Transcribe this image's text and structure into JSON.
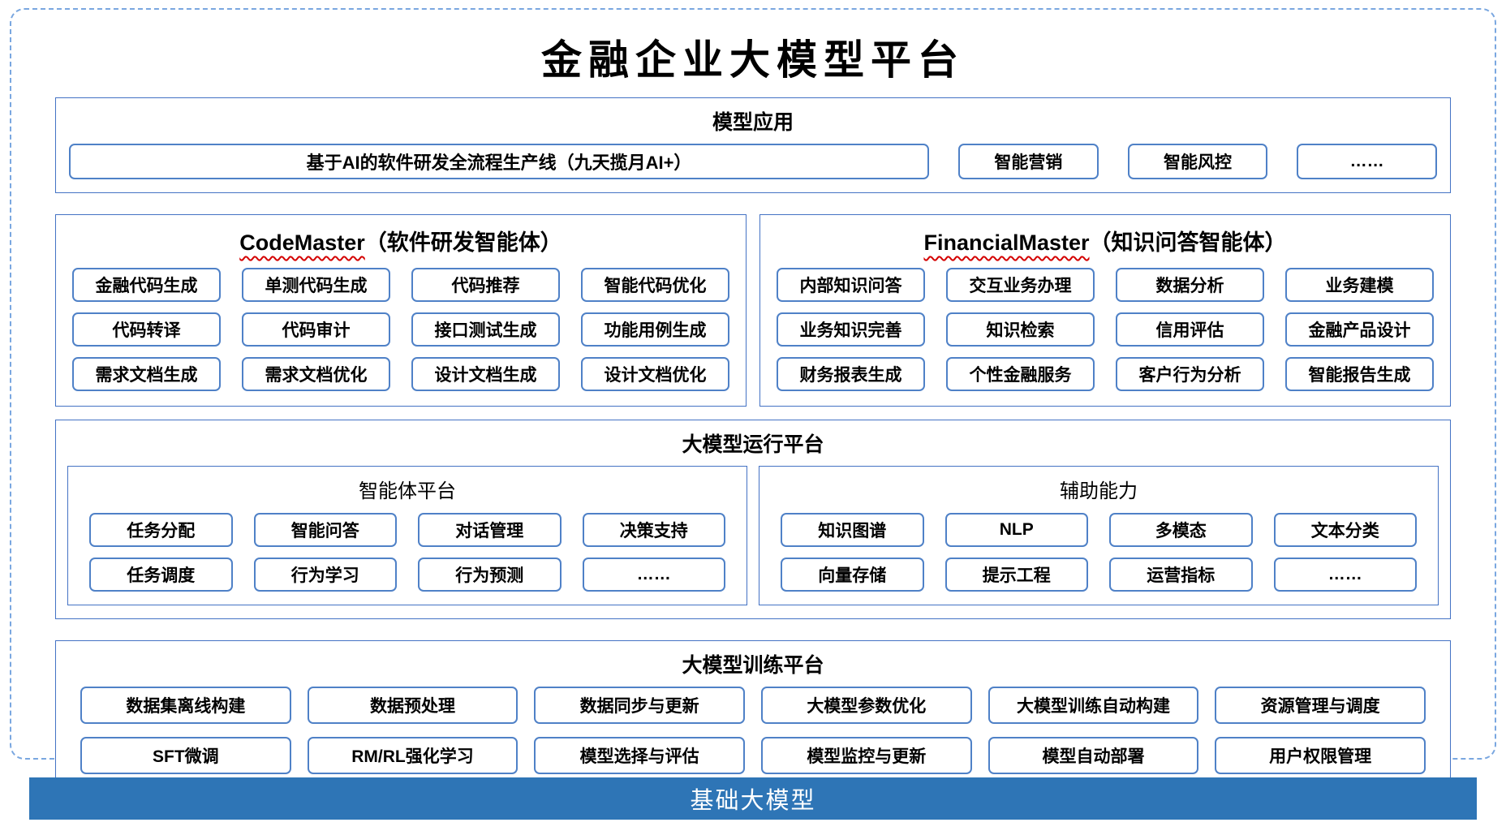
{
  "title": "金融企业大模型平台",
  "colors": {
    "section_border": "#4472C4",
    "box_border": "#4f81c7",
    "outer_dashed": "#7aa7e0",
    "footer_blue": "#2E75B6",
    "squiggle_red": "#d40000"
  },
  "model_app": {
    "title": "模型应用",
    "wide_box": "基于AI的软件研发全流程生产线（九天揽月AI+）",
    "boxes": [
      "智能营销",
      "智能风控",
      "……"
    ]
  },
  "codemaster": {
    "title_en": "CodeMaster",
    "title_zh": "（软件研发智能体）",
    "boxes": [
      "金融代码生成",
      "单测代码生成",
      "代码推荐",
      "智能代码优化",
      "代码转译",
      "代码审计",
      "接口测试生成",
      "功能用例生成",
      "需求文档生成",
      "需求文档优化",
      "设计文档生成",
      "设计文档优化"
    ]
  },
  "financialmaster": {
    "title_en": "FinancialMaster",
    "title_zh": "（知识问答智能体）",
    "boxes": [
      "内部知识问答",
      "交互业务办理",
      "数据分析",
      "业务建模",
      "业务知识完善",
      "知识检索",
      "信用评估",
      "金融产品设计",
      "财务报表生成",
      "个性金融服务",
      "客户行为分析",
      "智能报告生成"
    ]
  },
  "runtime": {
    "title": "大模型运行平台",
    "agent_platform": {
      "title": "智能体平台",
      "boxes": [
        "任务分配",
        "智能问答",
        "对话管理",
        "决策支持",
        "任务调度",
        "行为学习",
        "行为预测",
        "……"
      ]
    },
    "aux": {
      "title": "辅助能力",
      "boxes": [
        "知识图谱",
        "NLP",
        "多模态",
        "文本分类",
        "向量存储",
        "提示工程",
        "运营指标",
        "……"
      ]
    }
  },
  "training": {
    "title": "大模型训练平台",
    "boxes": [
      "数据集离线构建",
      "数据预处理",
      "数据同步与更新",
      "大模型参数优化",
      "大模型训练自动构建",
      "资源管理与调度",
      "SFT微调",
      "RM/RL强化学习",
      "模型选择与评估",
      "模型监控与更新",
      "模型自动部署",
      "用户权限管理"
    ]
  },
  "footer": {
    "title": "基础大模型"
  }
}
